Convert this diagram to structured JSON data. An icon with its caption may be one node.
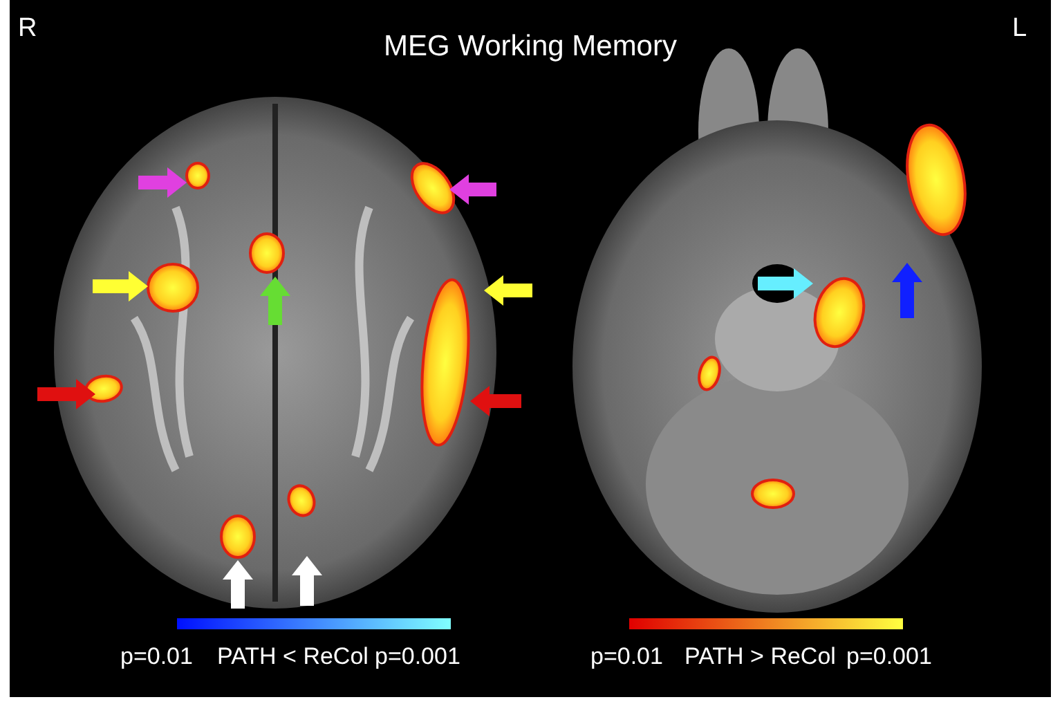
{
  "diagram": {
    "title": "MEG Working Memory",
    "labels": [
      "R",
      "L",
      "p=0.01",
      "PATH < ReCol",
      "p=0.001",
      "p=0.01",
      "PATH > ReCol",
      "p=0.001"
    ]
  }
}
